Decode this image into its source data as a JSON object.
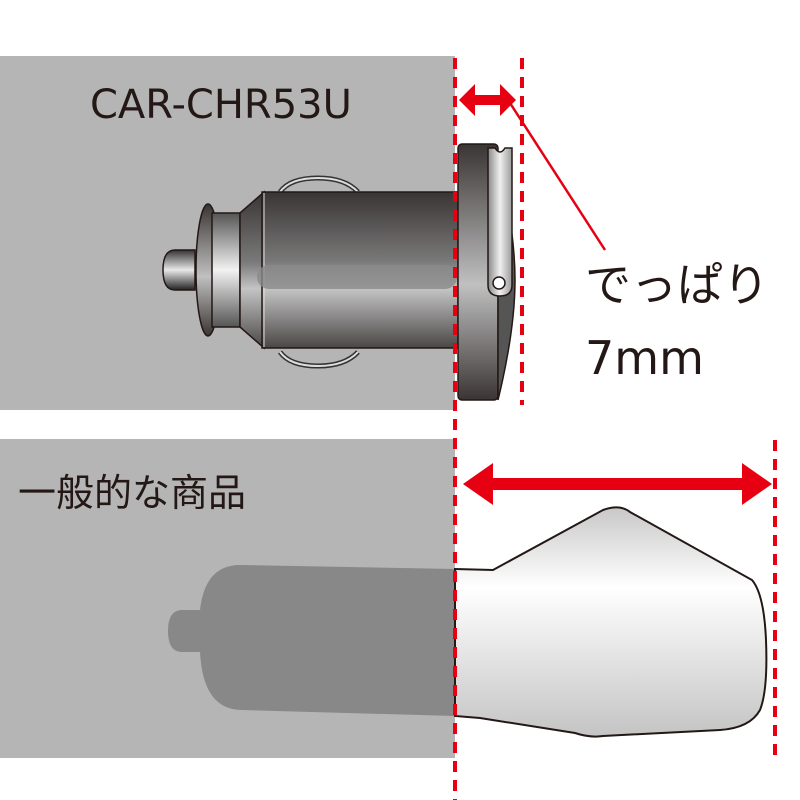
{
  "top_section": {
    "product_label": "CAR-CHR53U",
    "protrusion_label": "でっぱり",
    "protrusion_value": "7mm"
  },
  "bottom_section": {
    "comparison_label": "一般的な商品"
  },
  "colors": {
    "panel_gray": "#b5b5b5",
    "accent_red": "#e60012",
    "text": "#231815",
    "silhouette_gray": "#888888"
  },
  "icons": {
    "short_arrow": "double-headed-arrow",
    "long_arrow": "double-headed-arrow"
  }
}
